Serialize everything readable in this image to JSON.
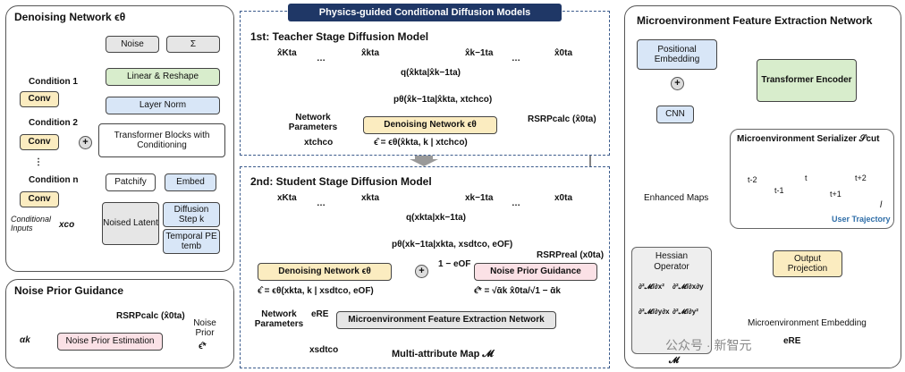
{
  "banner": "Physics-guided Conditional Diffusion Models",
  "denoise_panel": {
    "title": "Denoising Network ϵθ",
    "conditions": [
      "Condition 1",
      "Condition 2",
      "⋮",
      "Condition n"
    ],
    "conv": "Conv",
    "cond_inputs": "Conditional Inputs",
    "xco": "xco",
    "noise": "Noise",
    "sigma": "Σ",
    "linear": "Linear & Reshape",
    "layernorm": "Layer Norm",
    "transformer": "Transformer Blocks with Conditioning",
    "patchify": "Patchify",
    "embed": "Embed",
    "noised_latent": "Noised Latent",
    "diffusion_step": "Diffusion Step k",
    "temporal_pe": "Temporal PE temb"
  },
  "noise_prior_panel": {
    "title": "Noise Prior Guidance",
    "rsrp": "RSRPcalc (x̂0ta)",
    "estimation": "Noise Prior Estimation",
    "alpha": "αk",
    "noise_prior": "Noise Prior",
    "eps": "ϵ̂*"
  },
  "teacher": {
    "title": "1st: Teacher Stage Diffusion Model",
    "x_labels": [
      "x̂Kta",
      "…",
      "x̂kta",
      "x̂k−1ta",
      "…",
      "x̂0ta"
    ],
    "q_label": "q(x̂kta|x̂k−1ta)",
    "p_label": "pθ(x̂k−1ta|x̂kta, xtchco)",
    "network_params": "Network Parameters",
    "xtch": "xtchco",
    "denoise": "Denoising Network ϵθ",
    "formula": "ϵ̂ = ϵθ(x̂kta, k | xtchco)",
    "rsrp": "RSRPcalc (x̂0ta)"
  },
  "student": {
    "title": "2nd: Student Stage Diffusion Model",
    "x_labels": [
      "xKta",
      "…",
      "xkta",
      "xk−1ta",
      "…",
      "x0ta"
    ],
    "q_label": "q(xkta|xk−1ta)",
    "p_label": "pθ(xk−1ta|xkta, xsdtco, eOF)",
    "rsrp_real": "RSRPreal (x0ta)",
    "denoise": "Denoising Network ϵθ",
    "one_minus": "1 − eOF",
    "noise_prior": "Noise Prior Guidance",
    "formula": "ϵ̂ = ϵθ(xkta, k | xsdtco, eOF)",
    "eps_star": "ϵ̂* = √ᾱk x̂0ta/√1 − ᾱk",
    "network_params": "Network Parameters",
    "ere": "eRE",
    "mfen": "Microenvironment Feature Extraction Network",
    "xsdt": "xsdtco",
    "map": "Multi-attribute Map 𝓜"
  },
  "right_panel": {
    "title": "Microenvironment Feature Extraction Network",
    "pos_embed": "Positional Embedding",
    "transformer": "Transformer Encoder",
    "cnn": "CNN",
    "enhanced": "Enhanced Maps",
    "serializer": "Microenvironment Serializer 𝒮cut",
    "t_labels": [
      "t-2",
      "t-1",
      "t",
      "t+1",
      "t+2"
    ],
    "user_traj": "User Trajectory",
    "l_label": "l",
    "hessian": "Hessian Operator",
    "matrix": [
      "∂²𝓜/∂x²",
      "∂²𝓜/∂x∂y",
      "∂²𝓜/∂y∂x",
      "∂²𝓜/∂y²"
    ],
    "output_proj": "Output Projection",
    "micro_embed": "Microenvironment Embedding",
    "e_re": "eRE",
    "m": "𝓜"
  },
  "watermark": "公众号 · 新智元",
  "colors": {
    "orange": "#e07a1f",
    "blue": "#2f6ea8",
    "banner": "#1f3766"
  }
}
